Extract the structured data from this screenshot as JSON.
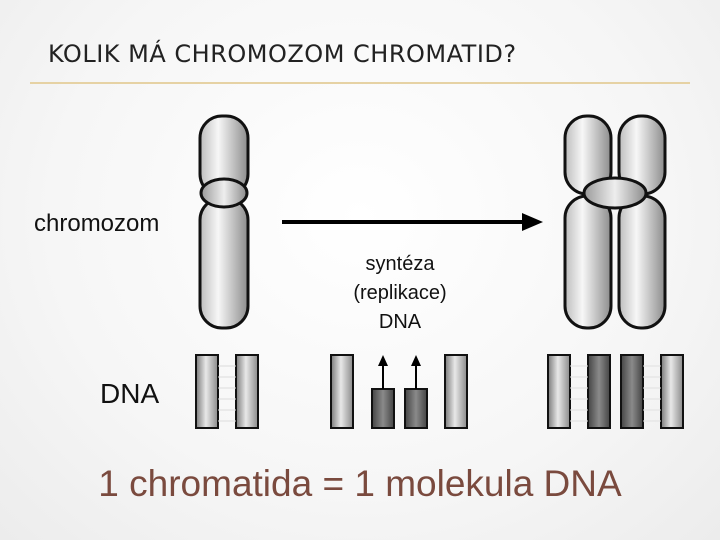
{
  "title": "KOLIK MÁ CHROMOZOM CHROMATID?",
  "labels": {
    "chromosome": "chromozom",
    "synthesis": "syntéza\n(replikace)\nDNA",
    "dna": "DNA"
  },
  "equation": "1 chromatida = 1 molekula DNA",
  "colors": {
    "title_rule": "#e6d2a4",
    "equation_text": "#7a4a3e",
    "dna_new_strand": "#5a5a5a"
  },
  "icons": {
    "arrow": "replication-arrow",
    "strand_arrow": "new-strand-arrow"
  }
}
